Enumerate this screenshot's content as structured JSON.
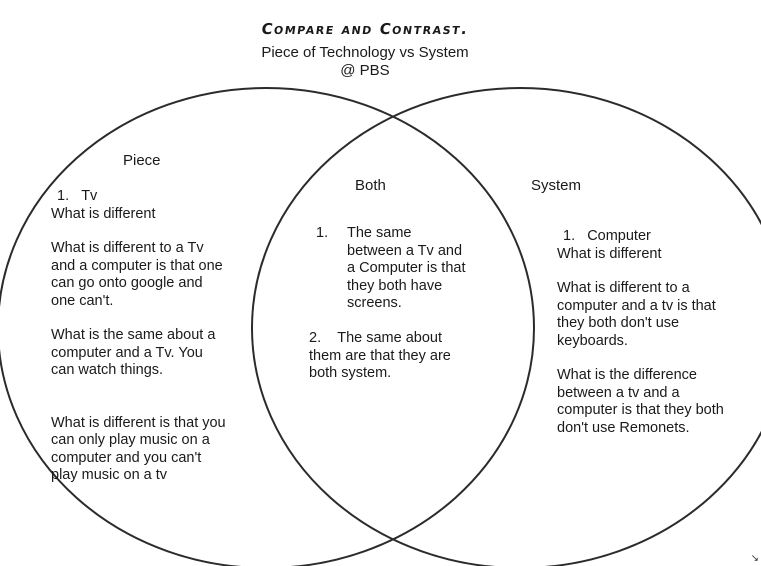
{
  "header": {
    "title": "Compare and Contrast.",
    "subtitle": "Piece of Technology vs System",
    "credit": "@ PBS"
  },
  "venn": {
    "left": {
      "label": "Piece",
      "item_number": "1.",
      "item_title": "Tv",
      "heading": "What is different",
      "para1": "What is different to a Tv and a computer is that one can go onto google and one can't.",
      "para2": "What is the same about a computer and a Tv. You can watch things.",
      "para3": "What is different is that you can only play music on a computer and you can't play music on a tv"
    },
    "center": {
      "label": "Both",
      "item1_number": "1.",
      "item1_text": "The same between a Tv and a Computer is that they both have screens.",
      "item2_number": "2.",
      "item2_text": "The same about them are that they are both system."
    },
    "right": {
      "label": "System",
      "item_number": "1.",
      "item_title": "Computer",
      "heading": "What is different",
      "para1": "What is different to a computer and a tv is that they both don't use keyboards.",
      "para2": "What is the difference between a tv and a computer is that they both don't use Remonets."
    }
  }
}
